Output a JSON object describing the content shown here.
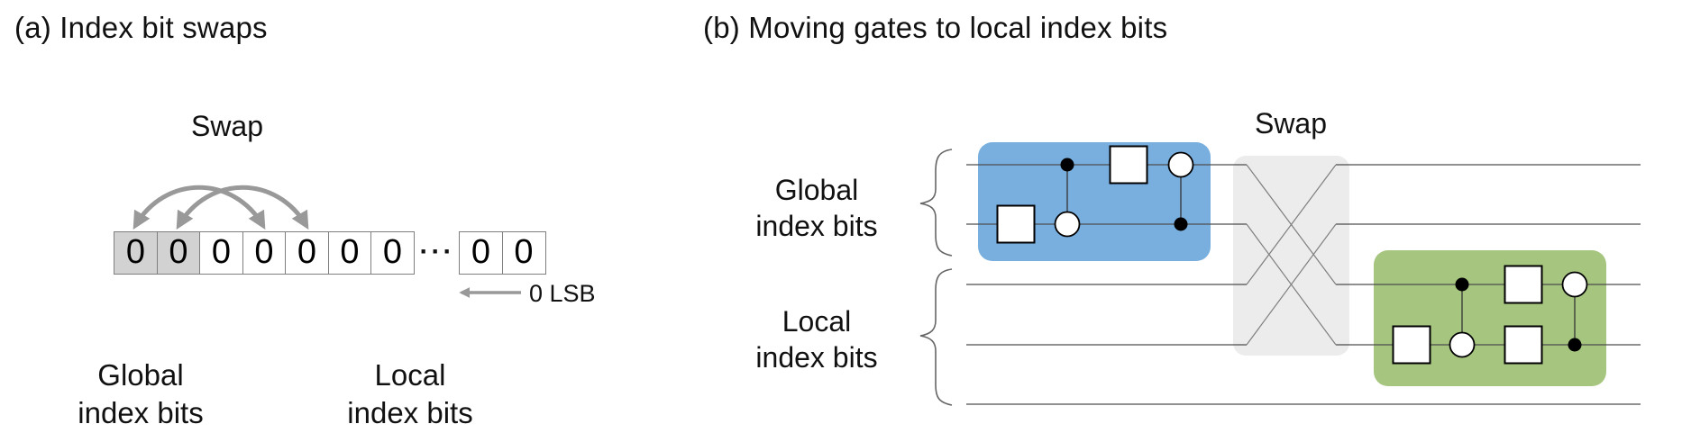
{
  "colors": {
    "blue_box": "#79AFDF",
    "green_box": "#A6C57F",
    "swap_box": "#ECECEC",
    "shaded_cell": "#D2D2D2",
    "arrow_gray": "#999999",
    "wire": "#4D4D4D",
    "text": "#111111"
  },
  "panel_a": {
    "title": "(a) Index bit swaps",
    "swap_label": "Swap",
    "bits_left": [
      "0",
      "0",
      "0",
      "0",
      "0",
      "0",
      "0"
    ],
    "ellipsis": "···",
    "bits_right": [
      "0",
      "0"
    ],
    "shaded_cell_count": 2,
    "lsb_label": "0 LSB",
    "global_label": {
      "line1": "Global",
      "line2": "index bits"
    },
    "local_label": {
      "line1": "Local",
      "line2": "index bits"
    }
  },
  "panel_b": {
    "title": "(b) Moving gates to local index bits",
    "swap_label": "Swap",
    "global_label": {
      "line1": "Global",
      "line2": "index bits"
    },
    "local_label": {
      "line1": "Local",
      "line2": "index bits"
    },
    "wire_count": 5,
    "global_wire_count": 2,
    "local_wire_count": 3
  }
}
